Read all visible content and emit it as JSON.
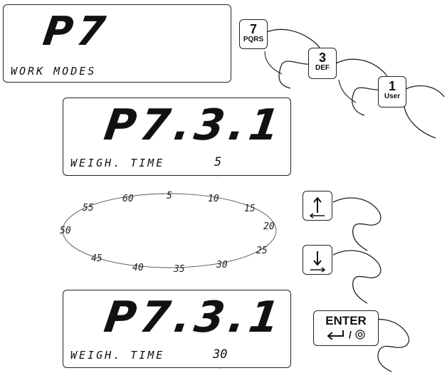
{
  "screen1": {
    "main": "P7",
    "label": "WORK MODES"
  },
  "screen2": {
    "main": "P7.3.1",
    "label": "WEIGH. TIME",
    "value": "5"
  },
  "screen3": {
    "main": "P7.3.1",
    "label": "WEIGH. TIME",
    "value": "30"
  },
  "keys": {
    "k7": {
      "num": "7",
      "sub": "PQRS"
    },
    "k3": {
      "num": "3",
      "sub": "DEF"
    },
    "k1": {
      "num": "1",
      "sub": "User"
    },
    "up": {
      "icon": "arrow-up-icon"
    },
    "down": {
      "icon": "arrow-down-icon"
    },
    "enter": {
      "label": "ENTER",
      "sub": "/"
    }
  },
  "cycle": [
    "5",
    "10",
    "15",
    "20",
    "25",
    "30",
    "35",
    "40",
    "45",
    "50",
    "55",
    "60"
  ]
}
